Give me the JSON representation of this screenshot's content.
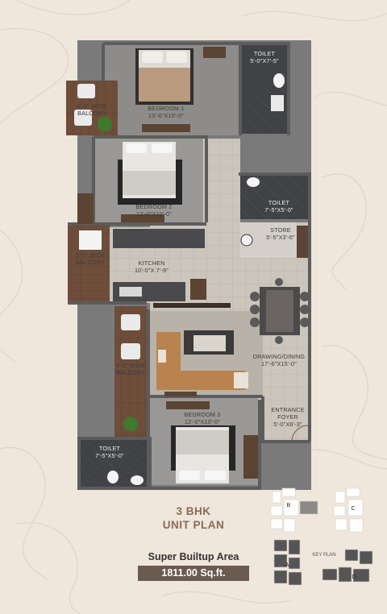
{
  "rooms": {
    "toilet_top": {
      "name": "TOILET",
      "size": "5'-0\"X7'-5\""
    },
    "bedroom1": {
      "name": "BEDROOM 1",
      "size": "13'-0\"X10'-0\""
    },
    "balcony_6": {
      "name": "6'-0\" WIDE",
      "sub": "BALCONY"
    },
    "bedroom2": {
      "name": "BEDROOM 2",
      "size": "12'-0\"X10'-0\""
    },
    "toilet_mid": {
      "name": "TOILET",
      "size": "7'-5\"X5'-0\""
    },
    "store": {
      "name": "STORE",
      "size": "5'-5\"X3'-6\""
    },
    "balcony_5": {
      "name": "5'-0\" WIDE",
      "sub": "BALCONY"
    },
    "kitchen": {
      "name": "KITCHEN",
      "size": "10'-0\"X 7'-9\""
    },
    "balcony_4": {
      "name": "4'-0\" WIDE",
      "sub": "BALCONY"
    },
    "drawing": {
      "name": "DRAWING/DINING",
      "size": "17'-6\"X15'-0\""
    },
    "foyer": {
      "name": "ENTRANCE",
      "sub": "FOYER",
      "size": "5'-0\"X6'-3\""
    },
    "bedroom3": {
      "name": "BEDROOM 3",
      "size": "12'-0\"X10'-0\""
    },
    "toilet_bottom": {
      "name": "TOILET",
      "size": "7'-5\"X5'-0\""
    }
  },
  "plan": {
    "title_line1": "3 BHK",
    "title_line2": "UNIT PLAN"
  },
  "area": {
    "label": "Super Builtup Area",
    "value": "1811.00 Sq.ft."
  },
  "key_plan": {
    "title": "KEY PLAN",
    "towers": [
      "A",
      "B",
      "C",
      "D"
    ]
  },
  "colors": {
    "background": "#efe6dc",
    "wall": "#6a6a6a",
    "tile": "#c6c0b8",
    "bedroom_floor": "#8c8a88",
    "wood_deck": "#6e4e3a",
    "toilet_floor": "#3f4145",
    "area_badge": "#6b5a4f",
    "title": "#8a6a54"
  }
}
